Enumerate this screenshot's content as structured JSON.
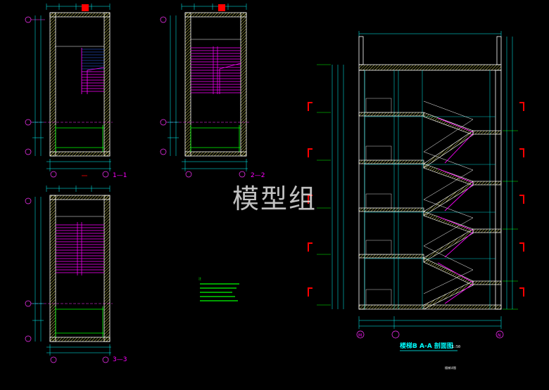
{
  "watermark": "模型组",
  "colors": {
    "background": "#000000",
    "wall": "#ffffff",
    "hatch": "#ffff66",
    "dim": "#00ffff",
    "stair": "#ff00ff",
    "axis": "#ff33ff",
    "rail": "#00ff00",
    "grid": "#00cccc",
    "note": "#00ff00",
    "section_mark": "#ff0000"
  },
  "plans": [
    {
      "id": "plan-1",
      "section_label": "1—1"
    },
    {
      "id": "plan-2",
      "section_label": "2—2"
    },
    {
      "id": "plan-3",
      "section_label": "3—3"
    }
  ],
  "section": {
    "title": "楼梯B  A-A 剖面图",
    "scale": "1:50",
    "footer": "楼梯详图"
  },
  "notes_title": "注",
  "notes_lines": 5,
  "axis_labels": [
    "M",
    "N"
  ]
}
